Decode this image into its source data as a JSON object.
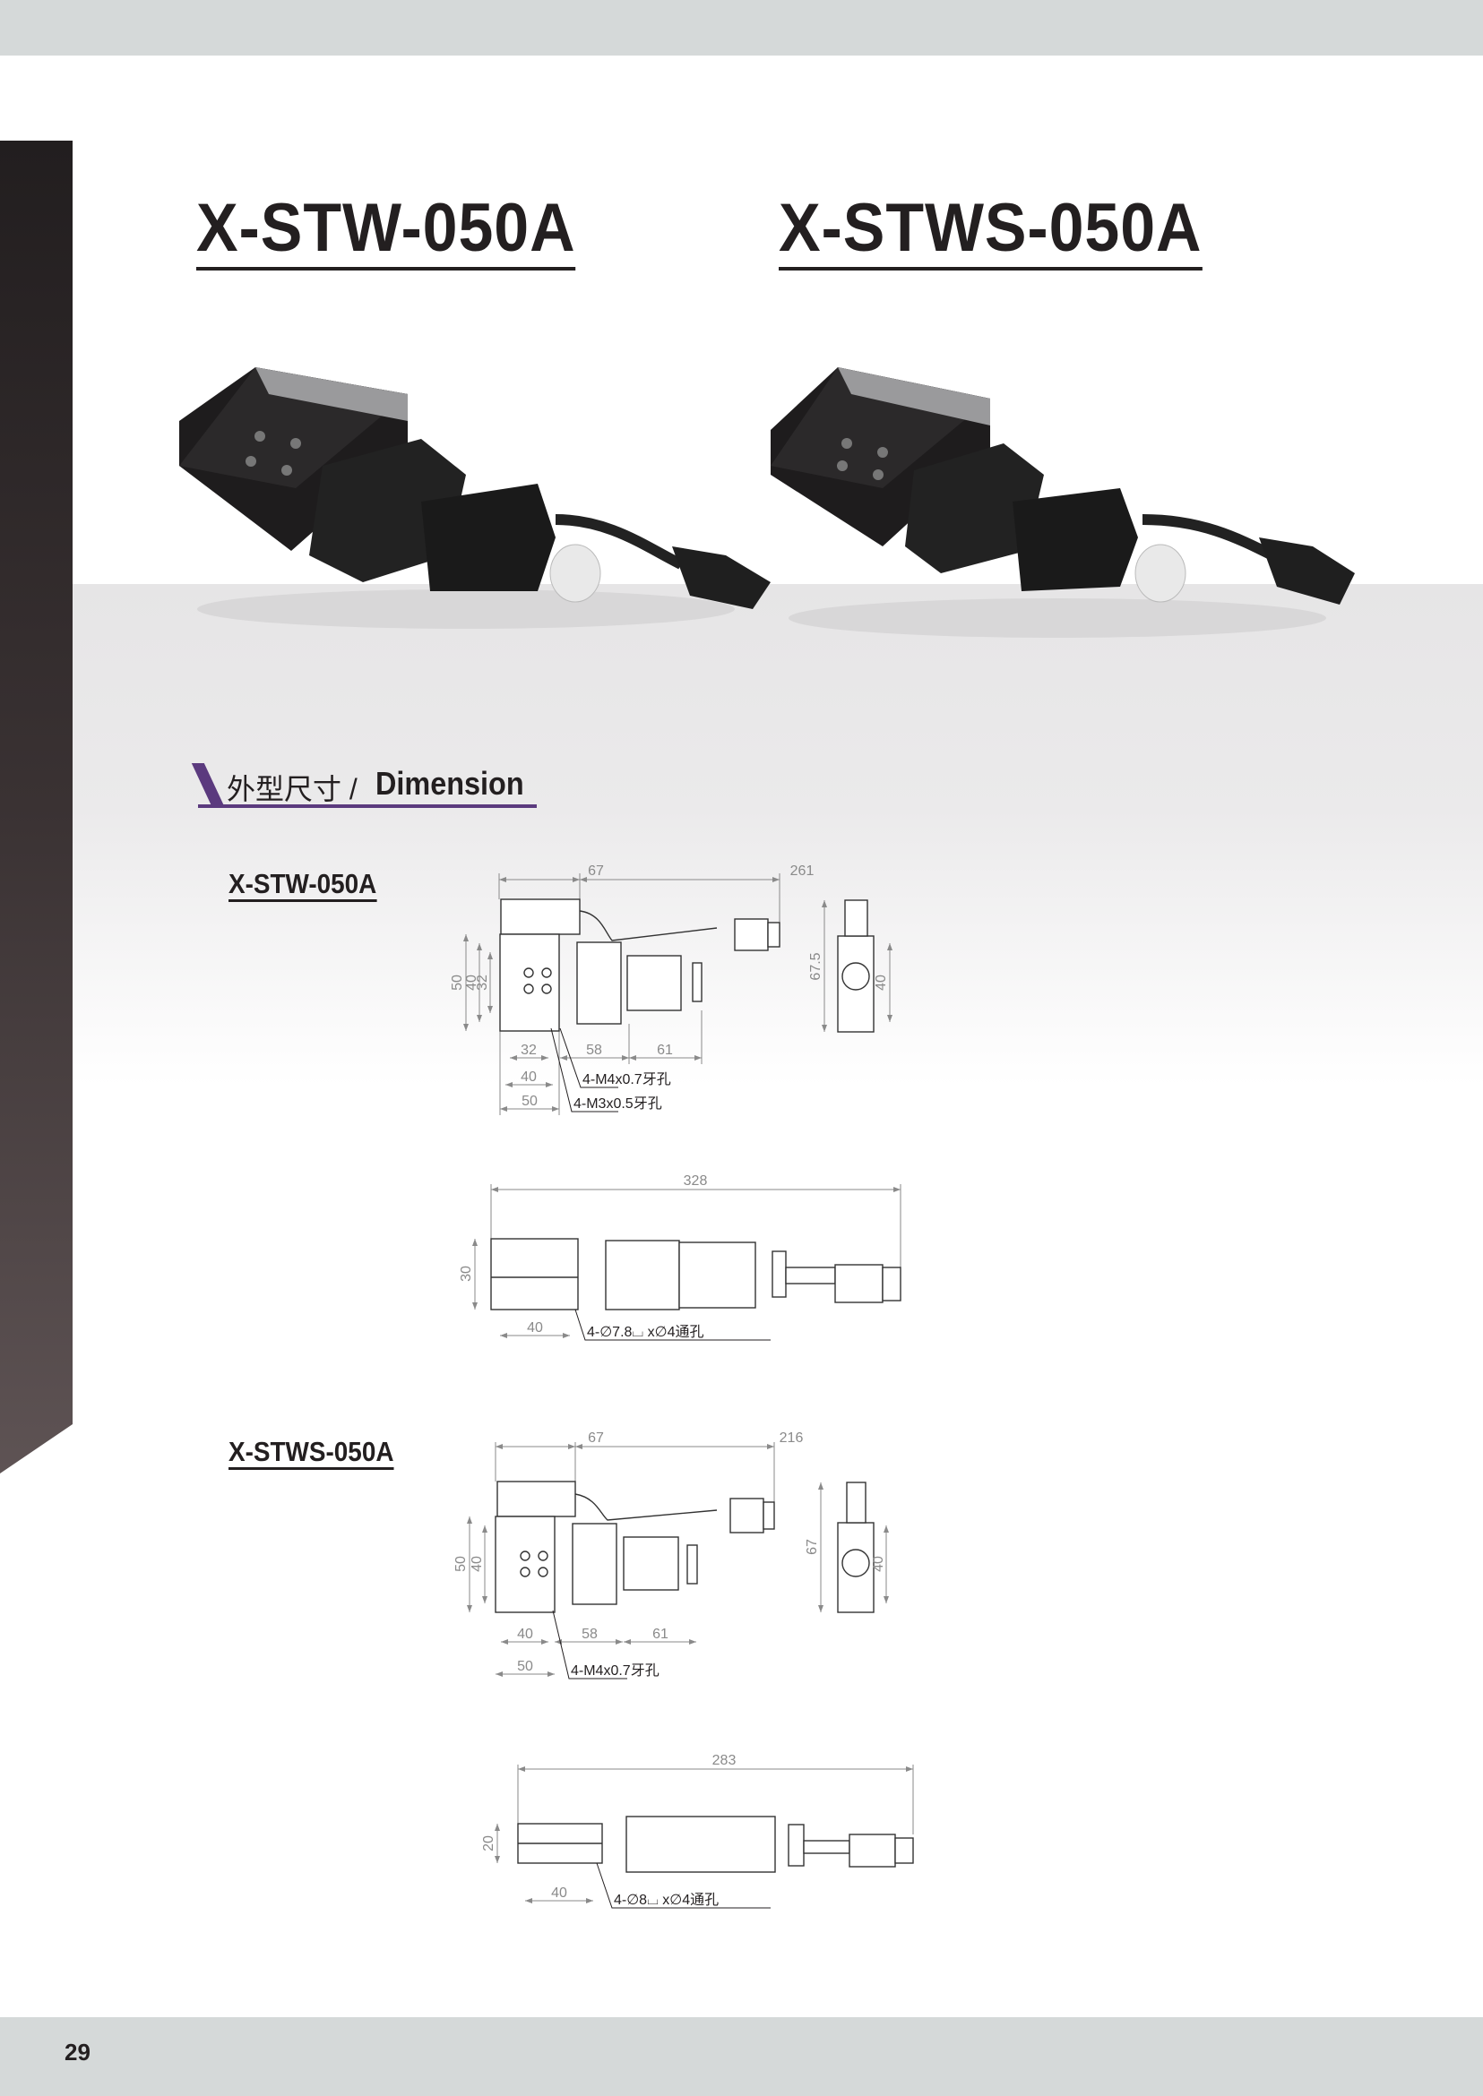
{
  "page": {
    "number": "29"
  },
  "titles": {
    "left": "X-STW-050A",
    "right": "X-STWS-050A"
  },
  "section": {
    "title_cn": "外型尺寸 /",
    "title_en": "Dimension",
    "accent_color": "#5b3a7e"
  },
  "models": [
    {
      "name": "X-STW-050A",
      "top_view": {
        "dims": [
          "67",
          "261",
          "50",
          "40",
          "32",
          "32",
          "58",
          "61",
          "40",
          "50"
        ],
        "notes": [
          "4-M4x0.7牙孔",
          "4-M3x0.5牙孔"
        ]
      },
      "end_view": {
        "dims": [
          "67.5",
          "40"
        ]
      },
      "side_view": {
        "dims": [
          "328",
          "30",
          "40"
        ],
        "note": "4-∅7.8⌴ x∅4通孔"
      }
    },
    {
      "name": "X-STWS-050A",
      "top_view": {
        "dims": [
          "67",
          "216",
          "50",
          "40",
          "40",
          "58",
          "61",
          "50"
        ],
        "notes": [
          "4-M4x0.7牙孔"
        ]
      },
      "end_view": {
        "dims": [
          "67",
          "40"
        ]
      },
      "side_view": {
        "dims": [
          "283",
          "20",
          "40"
        ],
        "note": "4-∅8⌴ x∅4通孔"
      }
    }
  ]
}
